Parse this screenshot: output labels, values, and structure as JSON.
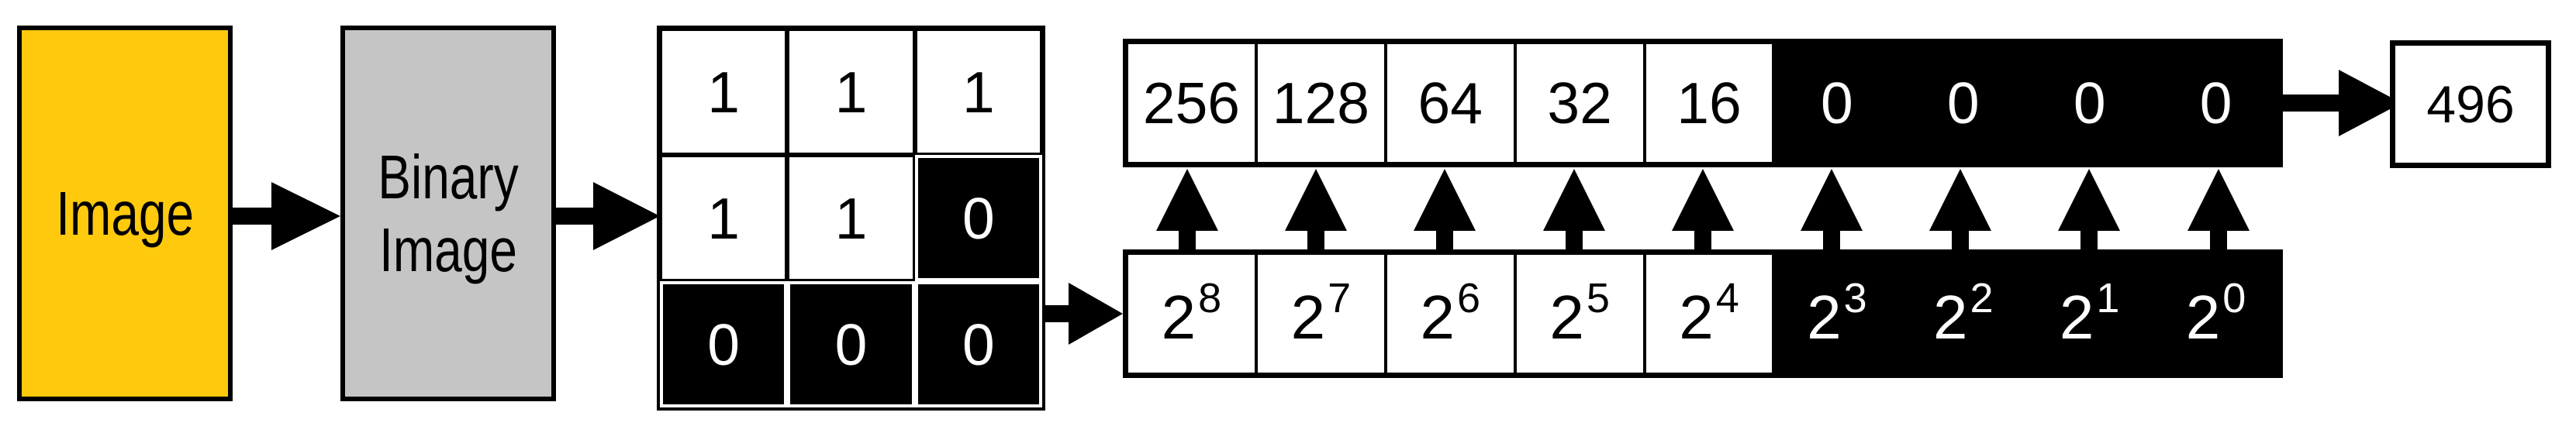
{
  "colors": {
    "image_box_fill": "#FFC90E",
    "binary_box_fill": "#C5C5C5",
    "cell_fill_black": "#000000",
    "cell_fill_white": "#FFFFFF",
    "line": "#000000"
  },
  "flow": {
    "image_box": {
      "label": "Image"
    },
    "binary_image_box": {
      "label": "Binary Image"
    },
    "result_box": {
      "label": "496"
    }
  },
  "binary_grid": {
    "rows": [
      [
        "1",
        "1",
        "1"
      ],
      [
        "1",
        "1",
        "0"
      ],
      [
        "0",
        "0",
        "0"
      ]
    ]
  },
  "place_value_row": {
    "values": [
      "256",
      "128",
      "64",
      "32",
      "16",
      "0",
      "0",
      "0",
      "0"
    ]
  },
  "power_row": {
    "base": "2",
    "exponents": [
      "8",
      "7",
      "6",
      "5",
      "4",
      "3",
      "2",
      "1",
      "0"
    ]
  }
}
